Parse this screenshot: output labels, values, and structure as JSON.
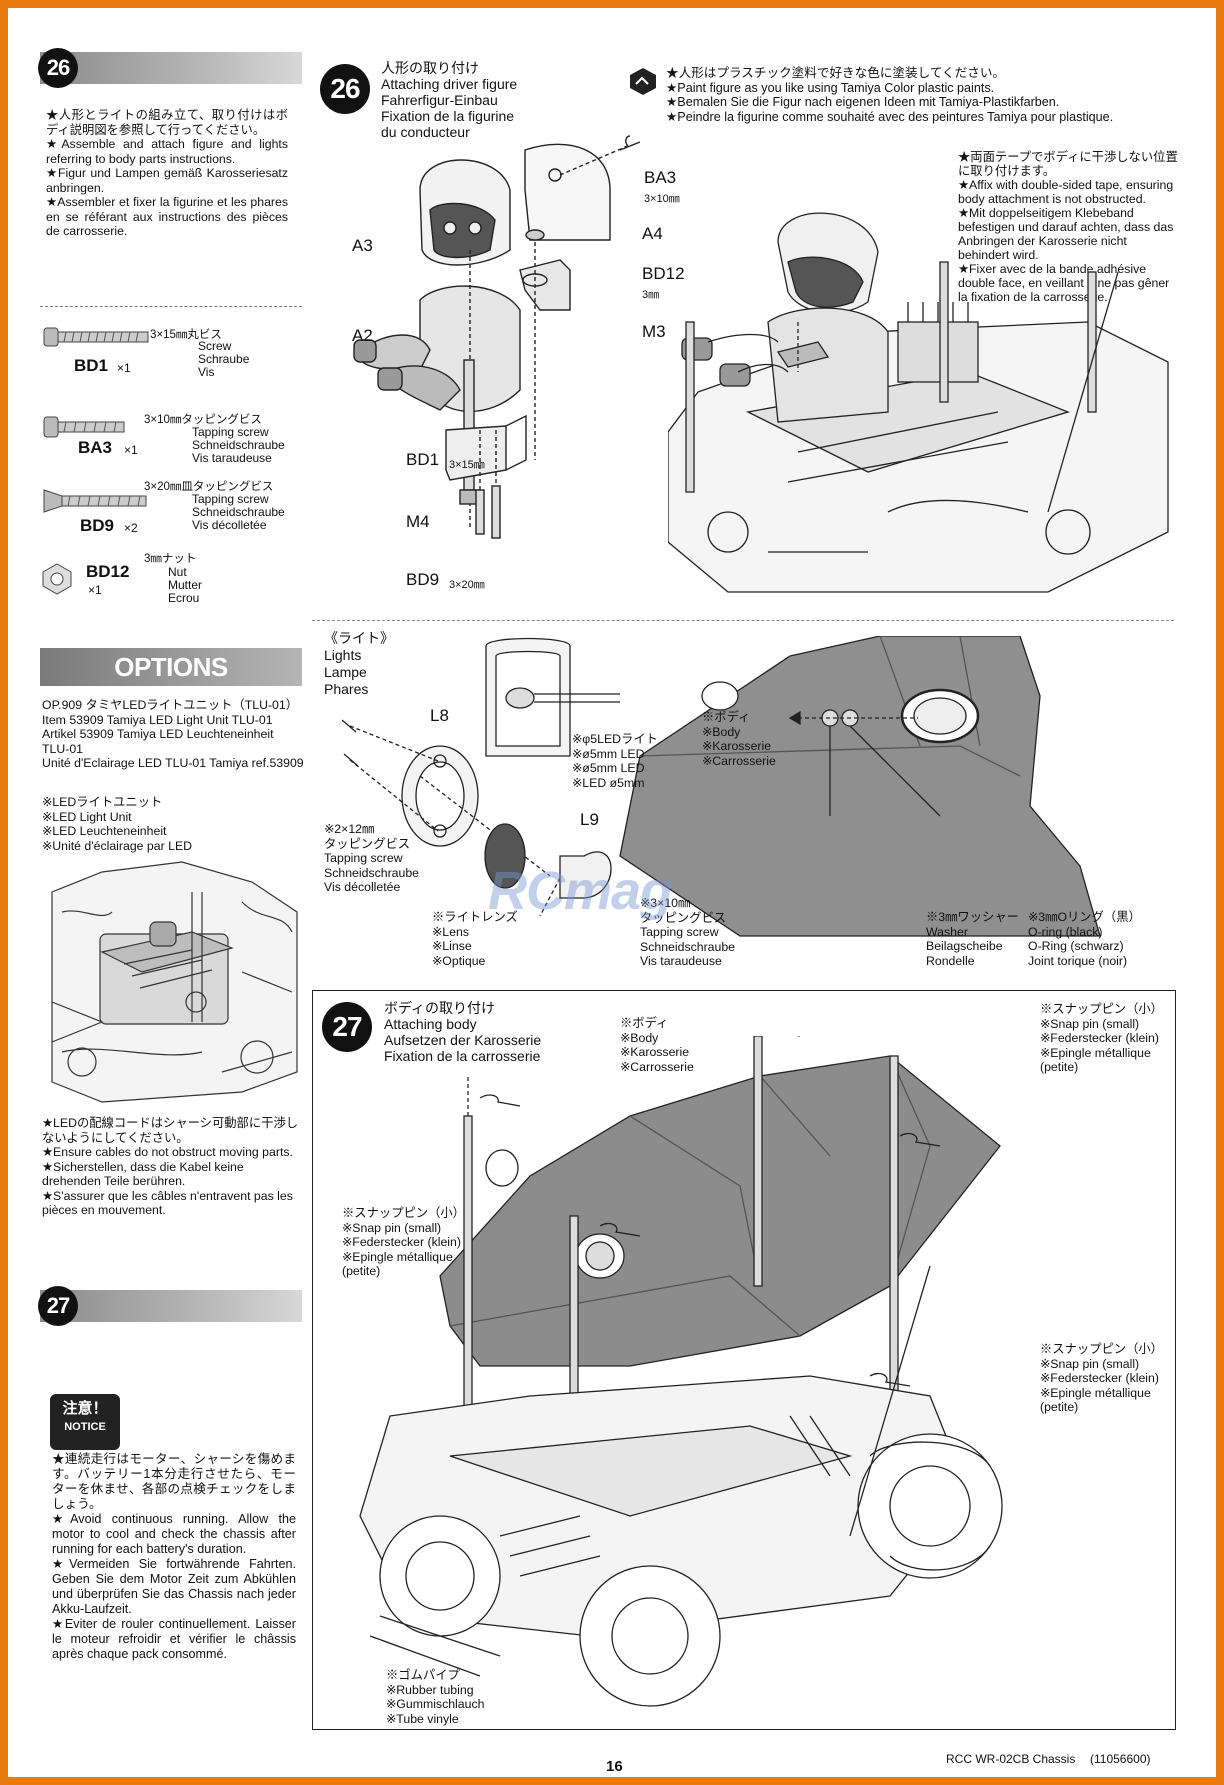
{
  "left": {
    "step26": {
      "badge": "26",
      "text": "★人形とライトの組み立て、取り付けはボディ説明図を参照して行ってください。\n★Assemble and attach figure and lights referring to body parts instructions.\n★Figur und Lampen gemäß Karosseriesatz anbringen.\n★Assembler et fixer la figurine et les phares en se référant aux instructions des pièces de carrosserie."
    },
    "parts": [
      {
        "code": "BD1",
        "qty": "×1",
        "size": "3×15㎜丸ビス",
        "desc": "Screw\nSchraube\nVis"
      },
      {
        "code": "BA3",
        "qty": "×1",
        "size": "3×10㎜タッピングビス",
        "desc": "Tapping screw\nSchneidschraube\nVis taraudeuse"
      },
      {
        "code": "BD9",
        "qty": "×2",
        "size": "3×20㎜皿タッピングビス",
        "desc": "Tapping screw\nSchneidschraube\nVis décolletée"
      },
      {
        "code": "BD12",
        "qty": "×1",
        "size": "3㎜ナット",
        "desc": "Nut\nMutter\nEcrou"
      }
    ],
    "options": {
      "title": "OPTIONS",
      "text": "OP.909 タミヤLEDライトユニット（TLU-01）\nItem 53909 Tamiya LED Light Unit TLU-01\nArtikel 53909 Tamiya LED Leuchteneinheit TLU-01\nUnité d'Eclairage LED TLU-01 Tamiya ref.53909",
      "unit_label": "※LEDライトユニット\n※LED Light Unit\n※LED Leuchteneinheit\n※Unité d'éclairage par LED",
      "cable_note": "★LEDの配線コードはシャーシ可動部に干渉しないようにしてください。\n★Ensure cables do not obstruct moving parts.\n★Sicherstellen, dass die Kabel keine drehenden Teile berühren.\n★S'assurer que les câbles n'entravent pas les pièces en mouvement."
    },
    "step27": {
      "badge": "27",
      "notice_jp": "注意！",
      "notice_en": "NOTICE",
      "text": "★連続走行はモーター、シャーシを傷めます。バッテリー1本分走行させたら、モーターを休ませ、各部の点検チェックをしましょう。\n★Avoid continuous running. Allow the motor to cool and check the chassis after running for each battery's duration.\n★Vermeiden Sie fortwährende Fahrten. Geben Sie dem Motor Zeit zum Abkühlen und überprüfen Sie das Chassis nach jeder Akku-Laufzeit.\n★Eviter de rouler continuellement. Laisser le moteur refroidir et vérifier le châssis après chaque pack consommé."
    }
  },
  "step26": {
    "badge": "26",
    "title": "人形の取り付け\nAttaching driver figure\nFahrerfigur-Einbau\nFixation de la figurine\ndu conducteur",
    "paint_note": "★人形はプラスチック塗料で好きな色に塗装してください。\n★Paint figure as you like using Tamiya Color plastic paints.\n★Bemalen Sie die Figur nach eigenen Ideen mit Tamiya-Plastikfarben.\n★Peindre la figurine comme souhaité avec des peintures Tamiya pour plastique.",
    "tape_note": "★両面テープでボディに干渉しない位置に取り付けます。\n★Affix with double-sided tape, ensuring body attachment is not obstructed.\n★Mit doppelseitigem Klebeband befestigen und darauf achten, dass das Anbringen der Karosserie nicht behindert wird.\n★Fixer avec de la bande adhésive double face, en veillant à ne pas gêner la fixation de la carrosserie.",
    "labels": {
      "a3": "A3",
      "a4": "A4",
      "a2": "A2",
      "ba3": "BA3",
      "ba3_size": "3×10㎜",
      "bd12": "BD12",
      "bd12_size": "3㎜",
      "m3": "M3",
      "bd1": "BD1",
      "bd1_size": "3×15㎜",
      "m4": "M4",
      "bd9": "BD9",
      "bd9_size": "3×20㎜"
    }
  },
  "lights": {
    "title": "《ライト》\nLights\nLampe\nPhares",
    "l8": "L8",
    "l9": "L9",
    "led5": "※φ5LEDライト\n※ø5mm LED\n※ø5mm LED\n※LED ø5mm",
    "screw2x12": "※2×12㎜\nタッピングビス\nTapping screw\nSchneidschraube\nVis décolletée",
    "lens": "※ライトレンズ\n※Lens\n※Linse\n※Optique",
    "screw3x10": "※3×10㎜\nタッピングビス\nTapping screw\nSchneidschraube\nVis taraudeuse",
    "body": "※ボディ\n※Body\n※Karosserie\n※Carrosserie",
    "washer": "※3㎜ワッシャー\nWasher\nBeilagscheibe\nRondelle",
    "oring": "※3㎜Oリング（黒）\nO-ring (black)\nO-Ring (schwarz)\nJoint torique (noir)"
  },
  "step27": {
    "badge": "27",
    "title": "ボディの取り付け\nAttaching body\nAufsetzen der Karosserie\nFixation de la carrosserie",
    "body": "※ボディ\n※Body\n※Karosserie\n※Carrosserie",
    "snap": "※スナップピン（小）\n※Snap pin (small)\n※Federstecker (klein)\n※Epingle métallique\n(petite)",
    "tubing": "※ゴムパイプ\n※Rubber tubing\n※Gummischlauch\n※Tube vinyle"
  },
  "footer": {
    "page": "16",
    "model": "RCC WR-02CB Chassis",
    "code": "(11056600)"
  },
  "watermark": "RCmag"
}
